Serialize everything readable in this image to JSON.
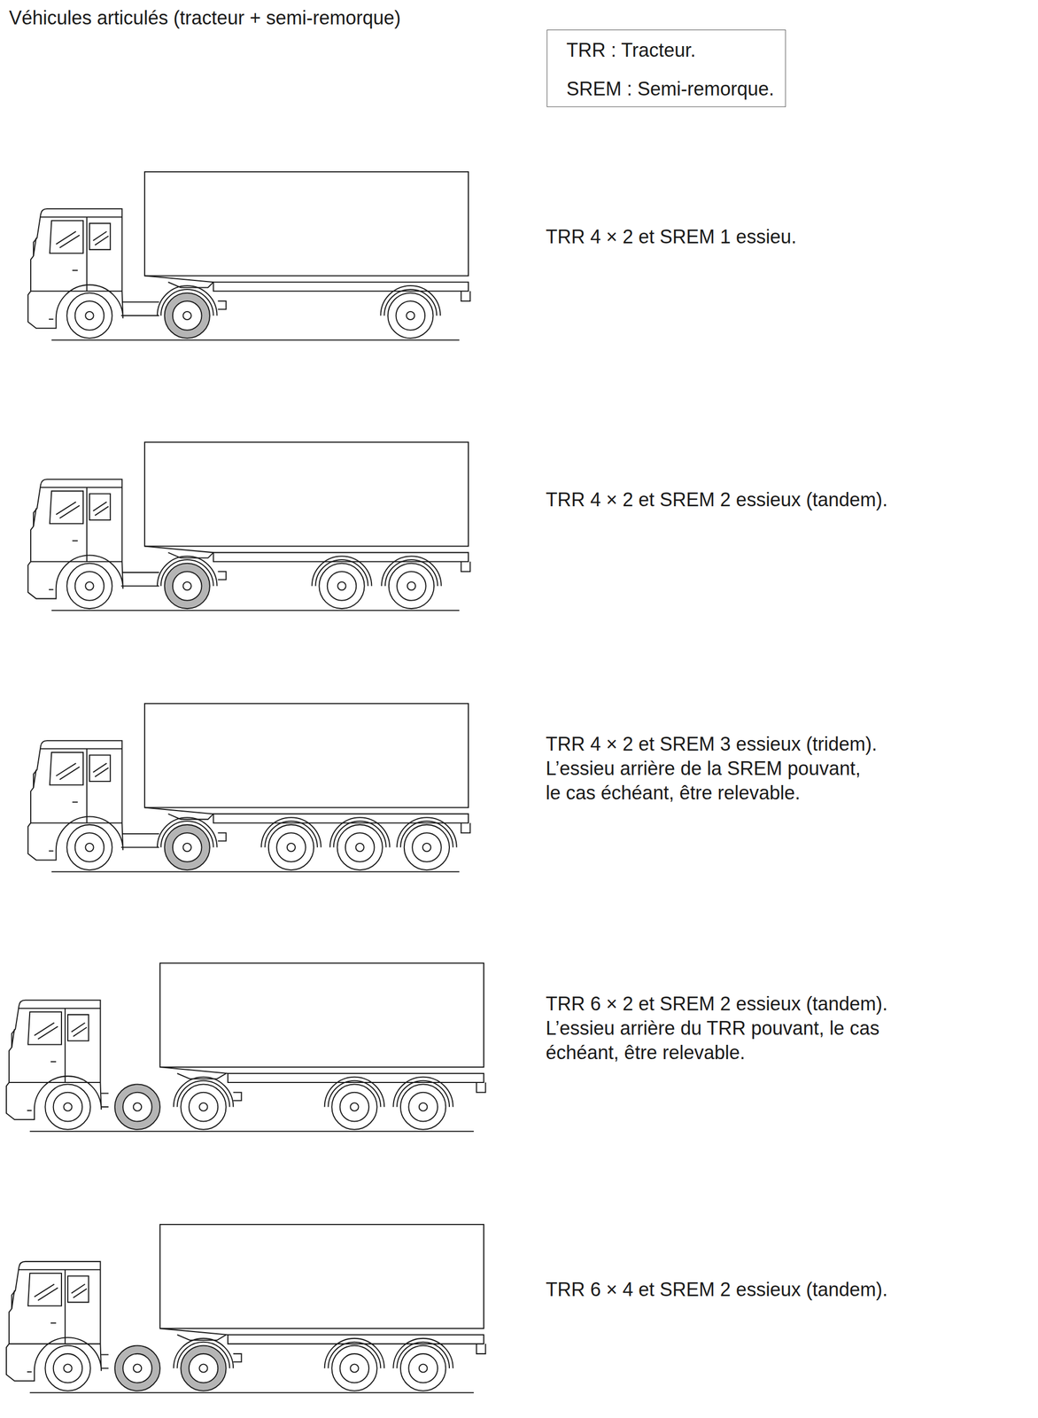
{
  "diagram": {
    "title": "Véhicules articulés (tracteur + semi-remorque)",
    "nodes": [
      {
        "text": [
          "TRR : Tracteur.",
          "SREM : Semi-remorque."
        ]
      }
    ],
    "labels": [
      "TRR 4 × 2 et SREM 1 essieu.",
      "TRR 4 × 2 et SREM 2 essieux (tandem).",
      "TRR 4 × 2 et SREM 3 essieux (tridem). L’essieu arrière de la SREM pouvant, le cas échéant, être relevable.",
      "TRR 6 × 2 et SREM 2 essieux (tandem). L’essieu arrière du TRR pouvant, le cas échéant, être relevable.",
      "TRR 6 × 4 et SREM 2 essieux (tandem)."
    ]
  }
}
